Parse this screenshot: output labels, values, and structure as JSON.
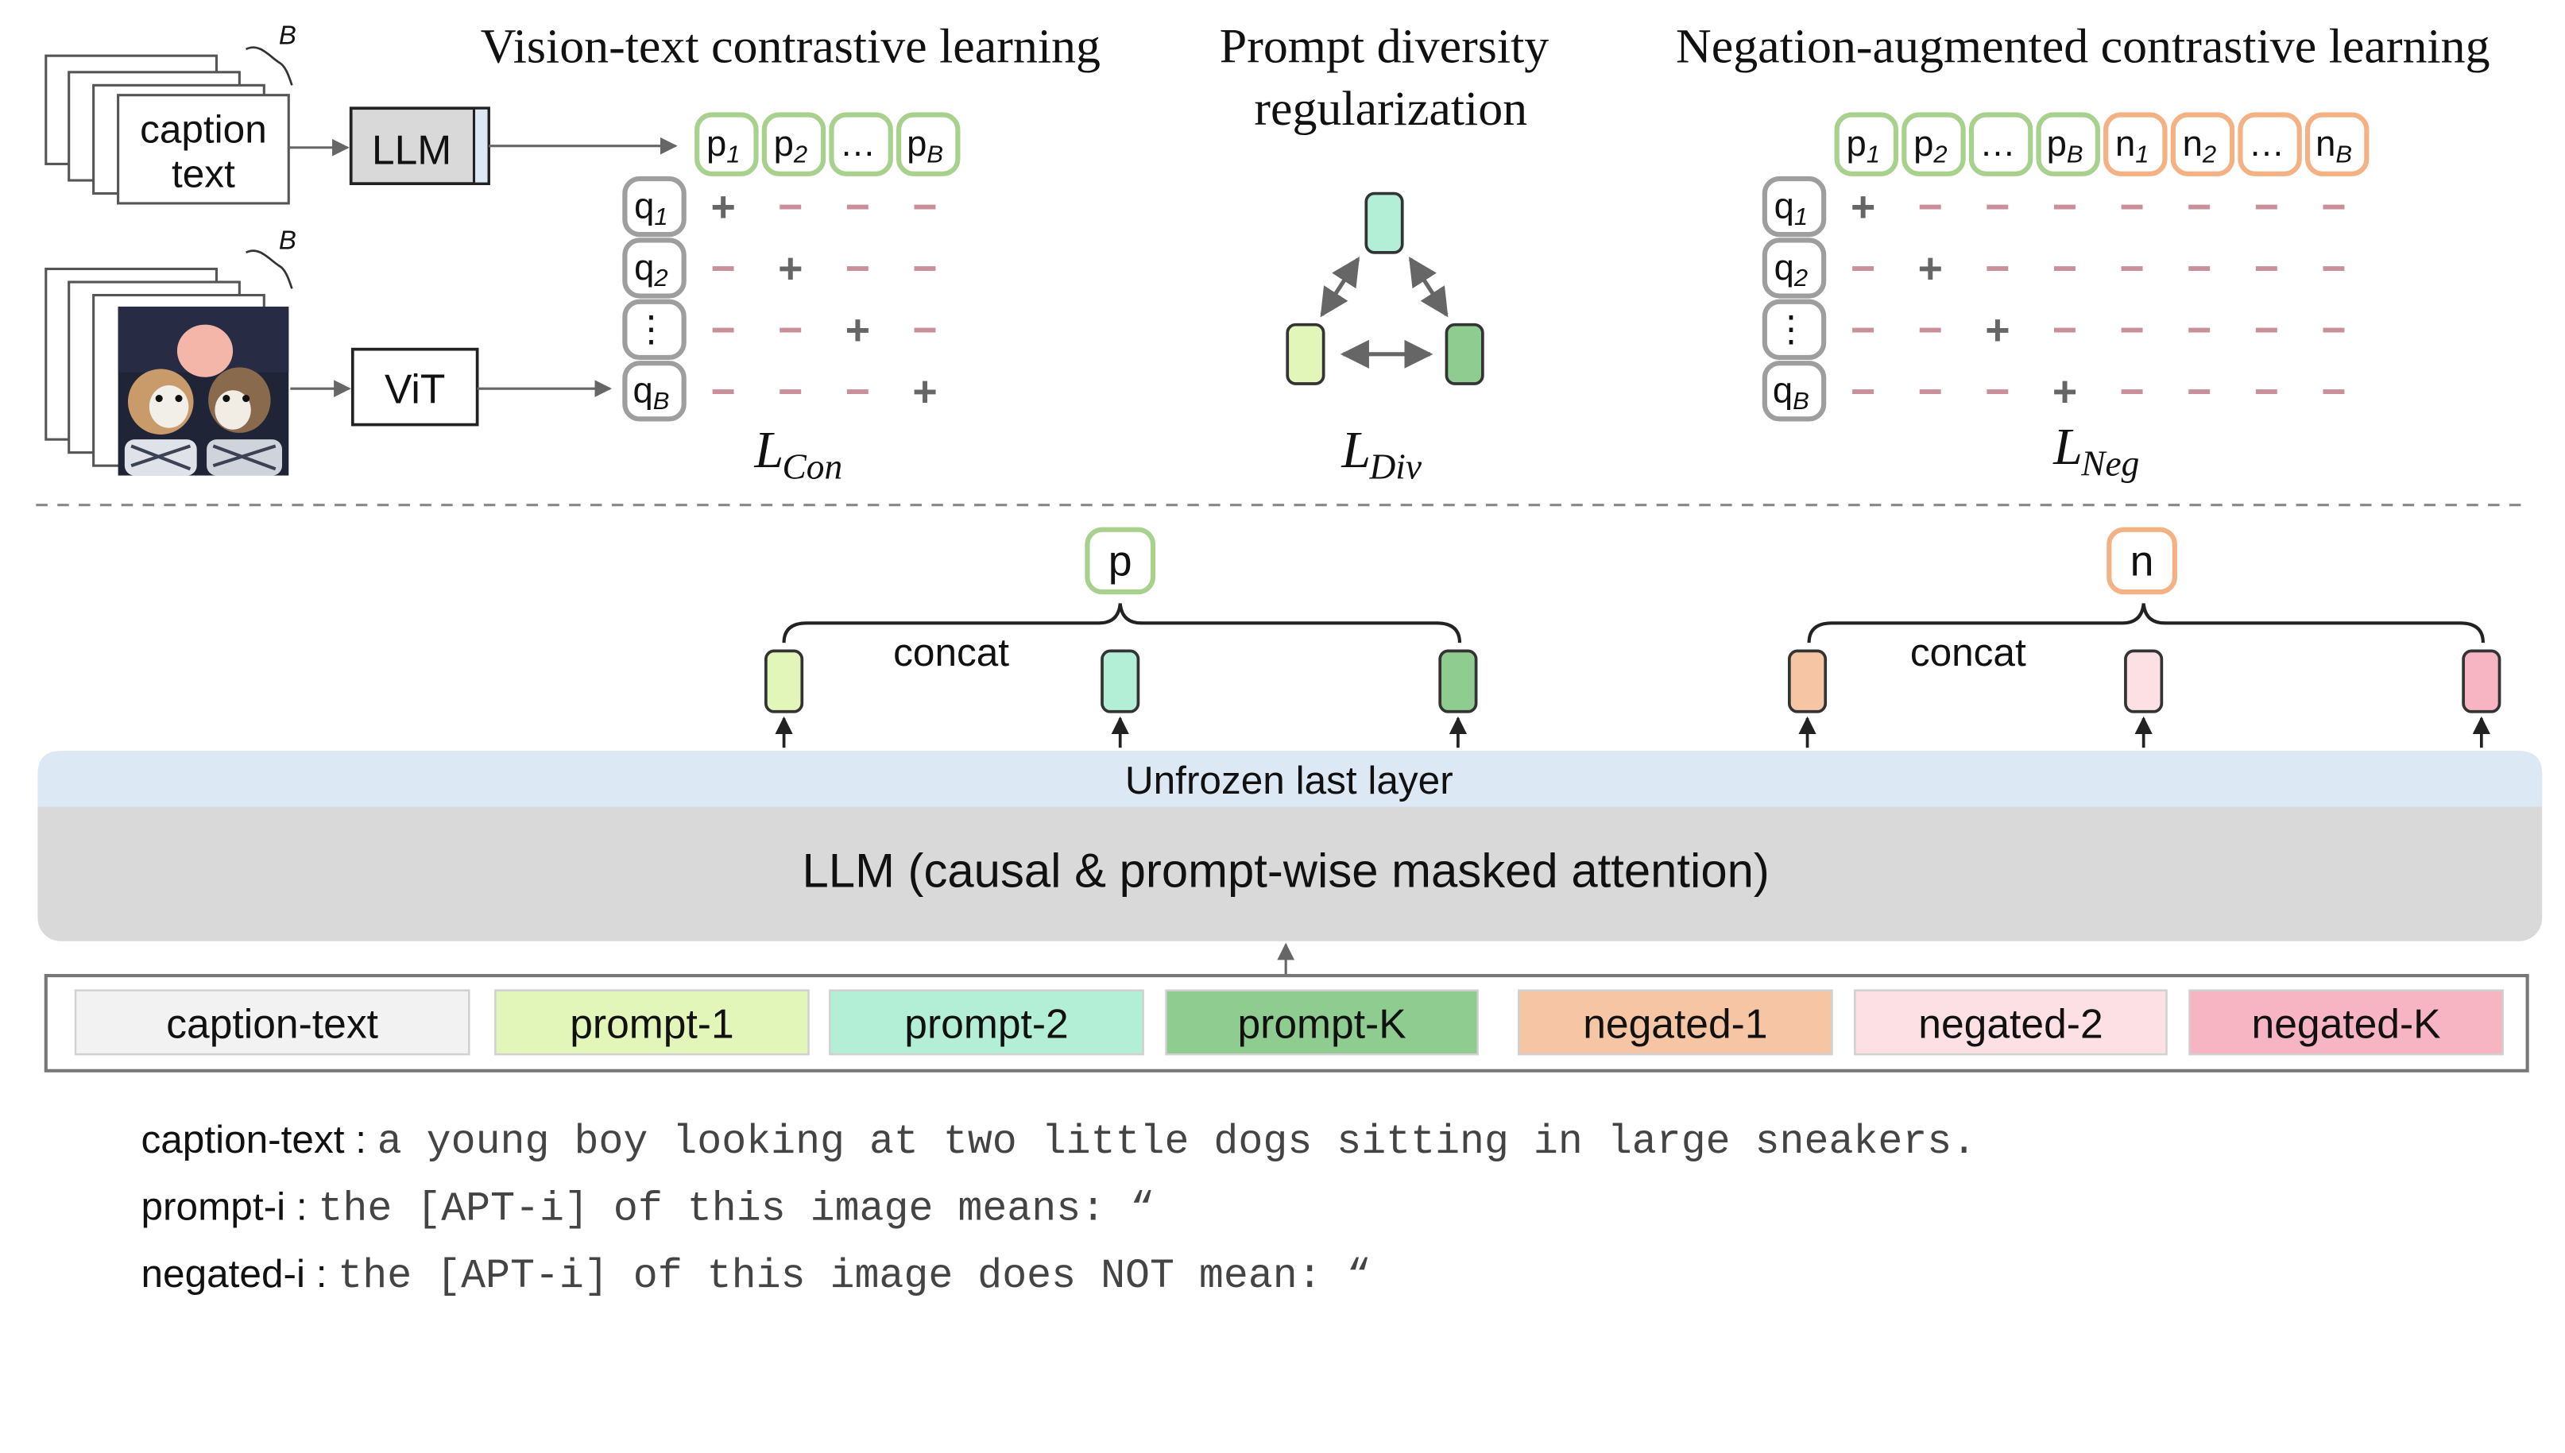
{
  "headers": {
    "contrastive": "Vision-text contrastive learning",
    "diversity_line1": "Prompt diversity",
    "diversity_line2": "regularization",
    "negation": "Negation-augmented contrastive learning"
  },
  "inputs": {
    "caption_line1": "caption",
    "caption_line2": "text",
    "batch_label": "B",
    "llm_box": "LLM",
    "vit_box": "ViT"
  },
  "contrastive_matrix": {
    "columns": [
      {
        "main": "p",
        "sub": "1"
      },
      {
        "main": "p",
        "sub": "2"
      },
      {
        "main": "…",
        "sub": ""
      },
      {
        "main": "p",
        "sub": "B"
      }
    ],
    "rows": [
      {
        "main": "q",
        "sub": "1"
      },
      {
        "main": "q",
        "sub": "2"
      },
      {
        "main": "⋮",
        "sub": ""
      },
      {
        "main": "q",
        "sub": "B"
      }
    ],
    "cells": [
      [
        "+",
        "−",
        "−",
        "−"
      ],
      [
        "−",
        "+",
        "−",
        "−"
      ],
      [
        "−",
        "−",
        "+",
        "−"
      ],
      [
        "−",
        "−",
        "−",
        "+"
      ]
    ],
    "loss_main": "L",
    "loss_sub": "Con"
  },
  "diversity": {
    "loss_main": "L",
    "loss_sub": "Div",
    "colors": [
      "#b3efd6",
      "#e3f6b9",
      "#8fcc8f"
    ]
  },
  "negation_matrix": {
    "columns": [
      {
        "main": "p",
        "sub": "1",
        "kind": "pos"
      },
      {
        "main": "p",
        "sub": "2",
        "kind": "pos"
      },
      {
        "main": "…",
        "sub": "",
        "kind": "pos"
      },
      {
        "main": "p",
        "sub": "B",
        "kind": "pos"
      },
      {
        "main": "n",
        "sub": "1",
        "kind": "neg"
      },
      {
        "main": "n",
        "sub": "2",
        "kind": "neg"
      },
      {
        "main": "…",
        "sub": "",
        "kind": "neg"
      },
      {
        "main": "n",
        "sub": "B",
        "kind": "neg"
      }
    ],
    "rows": [
      {
        "main": "q",
        "sub": "1"
      },
      {
        "main": "q",
        "sub": "2"
      },
      {
        "main": "⋮",
        "sub": ""
      },
      {
        "main": "q",
        "sub": "B"
      }
    ],
    "cells": [
      [
        "+",
        "−",
        "−",
        "−",
        "−",
        "−",
        "−",
        "−"
      ],
      [
        "−",
        "+",
        "−",
        "−",
        "−",
        "−",
        "−",
        "−"
      ],
      [
        "−",
        "−",
        "+",
        "−",
        "−",
        "−",
        "−",
        "−"
      ],
      [
        "−",
        "−",
        "−",
        "+",
        "−",
        "−",
        "−",
        "−"
      ]
    ],
    "loss_main": "L",
    "loss_sub": "Neg"
  },
  "bottom": {
    "p_token": "p",
    "n_token": "n",
    "concat_left": "concat",
    "concat_right": "concat",
    "unfrozen": "Unfrozen last layer",
    "llm_main": "LLM (causal & prompt-wise masked attention)",
    "pos_colors": [
      "#e3f6b9",
      "#b3efd6",
      "#8fcc8f"
    ],
    "neg_colors": [
      "#f6c5a4",
      "#fde0e3",
      "#f7b5c3"
    ]
  },
  "sequence": [
    {
      "label": "caption-text",
      "color": "#f2f2f2"
    },
    {
      "label": "prompt-1",
      "color": "#e3f6b9"
    },
    {
      "label": "prompt-2",
      "color": "#b3efd6"
    },
    {
      "label": "prompt-K",
      "color": "#8fcc8f"
    },
    {
      "label": "negated-1",
      "color": "#f6c5a4"
    },
    {
      "label": "negated-2",
      "color": "#fde0e3"
    },
    {
      "label": "negated-K",
      "color": "#f7b5c3"
    }
  ],
  "legend": [
    {
      "key": "caption-text",
      "sep": " : ",
      "value": "a young boy looking at two little dogs sitting in large sneakers."
    },
    {
      "key": "prompt-i",
      "sep": " : ",
      "value": "the [APT-i] of this image means: “"
    },
    {
      "key": "negated-i",
      "sep": " : ",
      "value": "the [APT-i] of this image does NOT mean: “"
    }
  ],
  "colors": {
    "pos_border": "#a9d18e",
    "neg_border": "#f4b183",
    "row_border": "#9e9e9e",
    "unfrozen_band": "#dce9f5",
    "llm_band": "#d9d9d9"
  }
}
